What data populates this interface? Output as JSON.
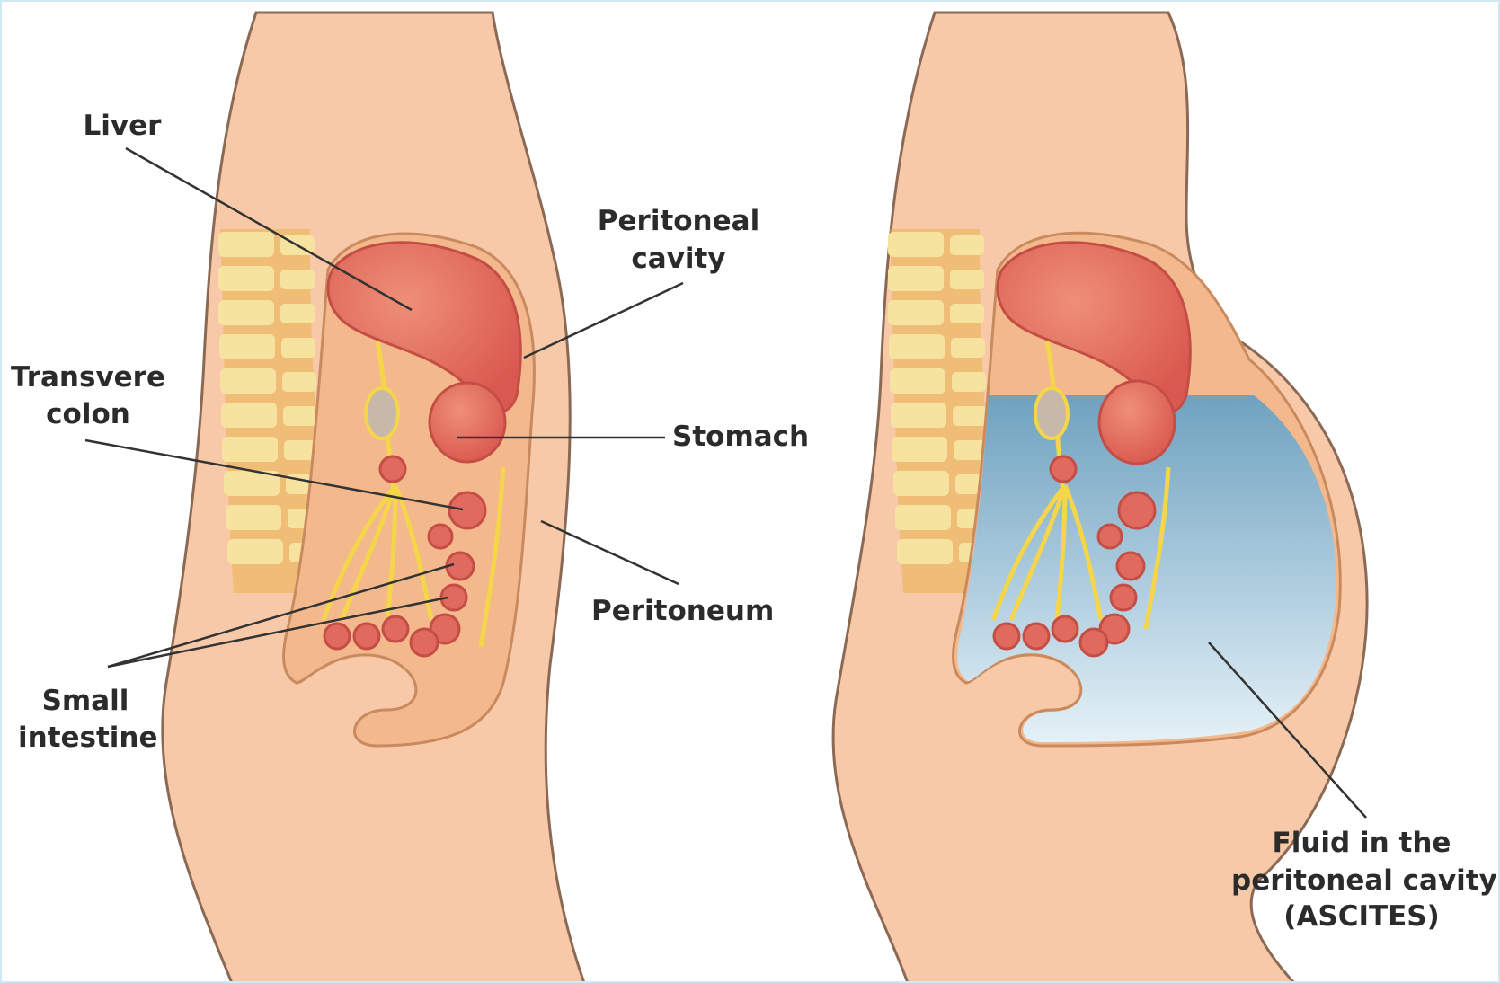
{
  "labels": {
    "liver": "Liver",
    "peritoneal_cavity_1": "Peritoneal",
    "peritoneal_cavity_2": "cavity",
    "transverse_colon_1": "Transvere",
    "transverse_colon_2": "colon",
    "stomach": "Stomach",
    "peritoneum": "Peritoneum",
    "small_intestine_1": "Small",
    "small_intestine_2": "intestine",
    "ascites_1": "Fluid in the",
    "ascites_2": "peritoneal cavity",
    "ascites_3": "(ASCITES)"
  },
  "colors": {
    "skin": "#f8c9a8",
    "skin_outline": "#8a6a55",
    "cavity": "#f3b88c",
    "organ": "#e06a5e",
    "organ_light": "#ee8f78",
    "fat_yellow": "#f5d54a",
    "spine": "#f6e3a0",
    "spine_dark": "#e9b24e",
    "fluid_top": "#6fa2bf",
    "fluid_bottom": "#dcedf5",
    "leader_line": "#333333",
    "text": "#2b2b2b"
  }
}
